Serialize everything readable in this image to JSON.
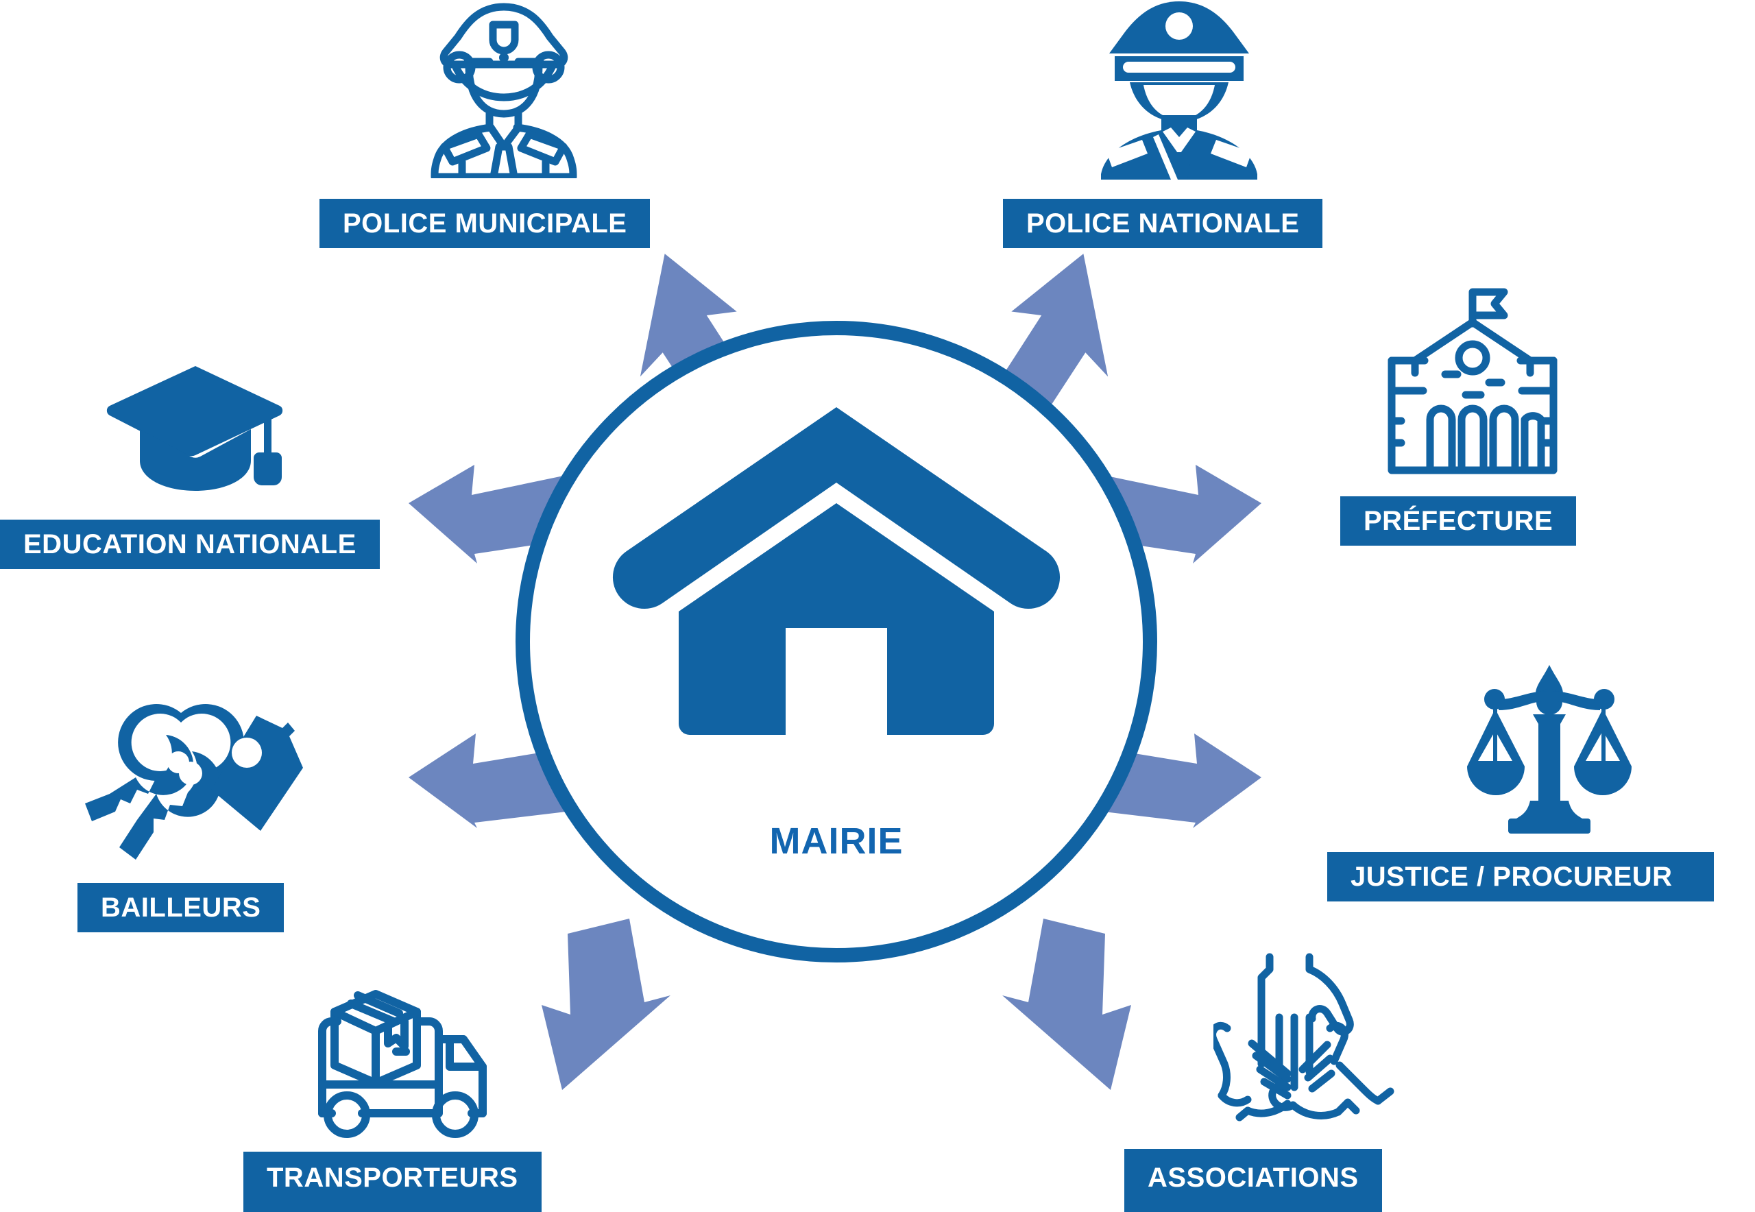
{
  "diagram": {
    "title": "MAIRIE",
    "type": "hub-and-spoke partner diagram",
    "center": {
      "label": "MAIRIE",
      "icon": "house-icon"
    },
    "colors": {
      "brand_blue": "#1163a3",
      "label_text_blue": "#1265b0",
      "arrow_blue": "#6c86bf",
      "chip_text": "#ffffff",
      "background": "#ffffff"
    },
    "nodes": [
      {
        "id": "police-municipale",
        "label": "POLICE MUNICIPALE",
        "icon": "police-officer-outline-icon",
        "position": "top-left",
        "arrow_direction": "up-left"
      },
      {
        "id": "police-nationale",
        "label": "POLICE NATIONALE",
        "icon": "police-officer-solid-icon",
        "position": "top-right",
        "arrow_direction": "up-right"
      },
      {
        "id": "education-nationale",
        "label": "EDUCATION NATIONALE",
        "icon": "graduation-cap-icon",
        "position": "left-upper",
        "arrow_direction": "left"
      },
      {
        "id": "prefecture",
        "label": "PRÉFECTURE",
        "icon": "government-building-icon",
        "position": "right-upper",
        "arrow_direction": "right"
      },
      {
        "id": "bailleurs",
        "label": "BAILLEURS",
        "icon": "house-keys-icon",
        "position": "left-lower",
        "arrow_direction": "left"
      },
      {
        "id": "justice-procureur",
        "label": "JUSTICE / PROCUREUR",
        "icon": "scales-of-justice-icon",
        "position": "right-lower",
        "arrow_direction": "right"
      },
      {
        "id": "transporteurs",
        "label": "TRANSPORTEURS",
        "icon": "delivery-truck-icon",
        "position": "bottom-left",
        "arrow_direction": "down-left"
      },
      {
        "id": "associations",
        "label": "ASSOCIATIONS",
        "icon": "joined-hands-icon",
        "position": "bottom-right",
        "arrow_direction": "down-right"
      }
    ]
  }
}
